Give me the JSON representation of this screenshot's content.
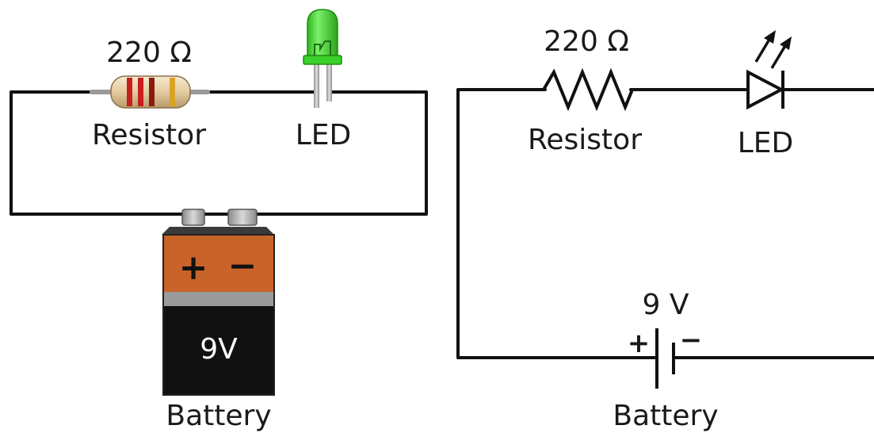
{
  "pictorial": {
    "resistor": {
      "value": "220 Ω",
      "label": "Resistor"
    },
    "led": {
      "label": "LED"
    },
    "battery": {
      "plus": "+",
      "minus": "−",
      "voltage": "9V",
      "label": "Battery"
    }
  },
  "schematic": {
    "resistor": {
      "value": "220 Ω",
      "label": "Resistor"
    },
    "led": {
      "label": "LED"
    },
    "battery": {
      "voltage": "9 V",
      "plus": "+",
      "minus": "−",
      "label": "Battery"
    }
  },
  "colors": {
    "wire": "#111111",
    "led_green": "#3fd62a",
    "battery_orange": "#c8632a",
    "battery_black": "#111111",
    "battery_band": "#9a9a9a",
    "resistor_body": "#ead6b0"
  }
}
